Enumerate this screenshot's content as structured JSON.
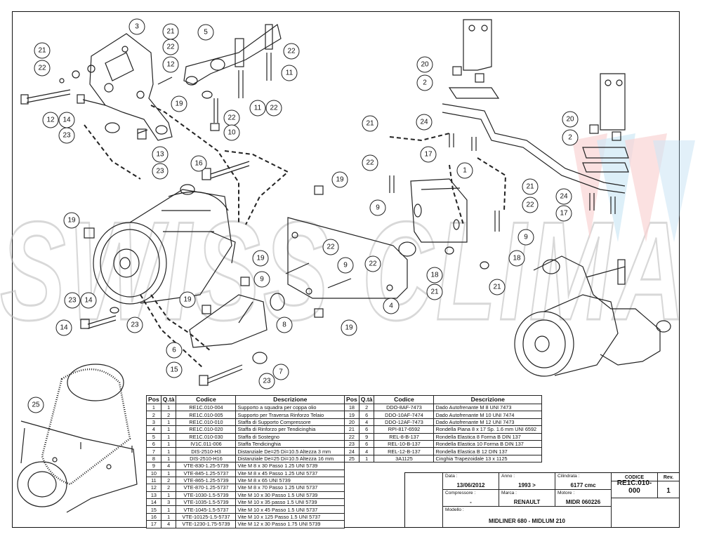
{
  "watermark": {
    "text": "SWISS CLIMA"
  },
  "callouts": [
    {
      "id": "c3",
      "n": "3"
    },
    {
      "id": "c21a",
      "n": "21"
    },
    {
      "id": "c5",
      "n": "5"
    },
    {
      "id": "c22a",
      "n": "22"
    },
    {
      "id": "c21b",
      "n": "21"
    },
    {
      "id": "c22b",
      "n": "22"
    },
    {
      "id": "c12a",
      "n": "12"
    },
    {
      "id": "c22c",
      "n": "22"
    },
    {
      "id": "c11a",
      "n": "11"
    },
    {
      "id": "c19a",
      "n": "19"
    },
    {
      "id": "c11b",
      "n": "11"
    },
    {
      "id": "c22d",
      "n": "22"
    },
    {
      "id": "c22e",
      "n": "22"
    },
    {
      "id": "c10",
      "n": "10"
    },
    {
      "id": "c12b",
      "n": "12"
    },
    {
      "id": "c14a",
      "n": "14"
    },
    {
      "id": "c23a",
      "n": "23"
    },
    {
      "id": "c13",
      "n": "13"
    },
    {
      "id": "c23b",
      "n": "23"
    },
    {
      "id": "c16",
      "n": "16"
    },
    {
      "id": "c20a",
      "n": "20"
    },
    {
      "id": "c2a",
      "n": "2"
    },
    {
      "id": "c21c",
      "n": "21"
    },
    {
      "id": "c24a",
      "n": "24"
    },
    {
      "id": "c17a",
      "n": "17"
    },
    {
      "id": "c20b",
      "n": "20"
    },
    {
      "id": "c2b",
      "n": "2"
    },
    {
      "id": "c22f",
      "n": "22"
    },
    {
      "id": "c1",
      "n": "1"
    },
    {
      "id": "c19b",
      "n": "19"
    },
    {
      "id": "c21d",
      "n": "21"
    },
    {
      "id": "c22g",
      "n": "22"
    },
    {
      "id": "c24b",
      "n": "24"
    },
    {
      "id": "c17b",
      "n": "17"
    },
    {
      "id": "c9a",
      "n": "9"
    },
    {
      "id": "c9b",
      "n": "9"
    },
    {
      "id": "c19c",
      "n": "19"
    },
    {
      "id": "c22h",
      "n": "22"
    },
    {
      "id": "c19d",
      "n": "19"
    },
    {
      "id": "c9c",
      "n": "9"
    },
    {
      "id": "c9d",
      "n": "9"
    },
    {
      "id": "c22i",
      "n": "22"
    },
    {
      "id": "c18a",
      "n": "18"
    },
    {
      "id": "c18b",
      "n": "18"
    },
    {
      "id": "c21e",
      "n": "21"
    },
    {
      "id": "c21f",
      "n": "21"
    },
    {
      "id": "c23c",
      "n": "23"
    },
    {
      "id": "c14b",
      "n": "14"
    },
    {
      "id": "c19e",
      "n": "19"
    },
    {
      "id": "c8",
      "n": "8"
    },
    {
      "id": "c4",
      "n": "4"
    },
    {
      "id": "c19f",
      "n": "19"
    },
    {
      "id": "c14c",
      "n": "14"
    },
    {
      "id": "c23d",
      "n": "23"
    },
    {
      "id": "c6",
      "n": "6"
    },
    {
      "id": "c7",
      "n": "7"
    },
    {
      "id": "c15",
      "n": "15"
    },
    {
      "id": "c23e",
      "n": "23"
    },
    {
      "id": "c25",
      "n": "25"
    }
  ],
  "parts_table": {
    "headers": [
      "Pos",
      "Q.tà",
      "Codice",
      "Descrizione"
    ],
    "left": [
      [
        "1",
        "1",
        "RE1C.010-004",
        "Supporto a squadra per coppa olio"
      ],
      [
        "2",
        "2",
        "RE1C.010-005",
        "Supporto per Traversa Rinforzo Telaio"
      ],
      [
        "3",
        "1",
        "RE1C.010-010",
        "Staffa di Supporto Compressore"
      ],
      [
        "4",
        "1",
        "RE1C.010-020",
        "Staffa di Rinforzo per Tendicinghia"
      ],
      [
        "5",
        "1",
        "RE1C.010-030",
        "Staffa di Sostegno"
      ],
      [
        "6",
        "1",
        "IV1C.011-006",
        "Staffa Tendicinghia"
      ],
      [
        "7",
        "1",
        "DIS-2510-H3",
        "Distanziale De=25 Di=10.5 Altezza 3 mm"
      ],
      [
        "8",
        "1",
        "DIS-2510-H16",
        "Distanziale De=25 Di=10.5 Altezza 16 mm"
      ],
      [
        "9",
        "4",
        "VTE-830-1.25-5739",
        "Vite M 8 x 30 Passo 1.25 UNI 5739"
      ],
      [
        "10",
        "1",
        "VTE-845-1.25-5737",
        "Vite M 8 x 45 Passo 1.25 UNI 5737"
      ],
      [
        "11",
        "2",
        "VTE-865-1.25-5739",
        "Vite M 8 x 65 UNI 5739"
      ],
      [
        "12",
        "2",
        "VTE-870-1.25-5737",
        "Vite M 8 x 70 Passo 1.25 UNI 5737"
      ],
      [
        "13",
        "1",
        "VTE-1030-1.5-5739",
        "Vite M 10 x 30 Passo 1.5 UNI 5739"
      ],
      [
        "14",
        "3",
        "VTE-1035-1.5-5739",
        "Vite M 10 x 35 passo 1.5 UNI 5739"
      ],
      [
        "15",
        "1",
        "VTE-1045-1.5-5737",
        "Vite M 10 x 45 Passo 1.5 UNI 5737"
      ],
      [
        "16",
        "1",
        "VTE-10125-1.5-5737",
        "Vite M 10 x 125 Passo 1.5 UNI 5737"
      ],
      [
        "17",
        "4",
        "VTE-1230-1.75-5739",
        "Vite M 12 x 30 Passo 1.75 UNI 5739"
      ]
    ],
    "right": [
      [
        "18",
        "2",
        "DDO-8AF-7473",
        "Dado Autofrenante M 8 UNI 7473"
      ],
      [
        "19",
        "6",
        "DDO-10AF-7474",
        "Dado Autofrenante M 10 UNI 7474"
      ],
      [
        "20",
        "4",
        "DDO-12AF-7473",
        "Dado Autofrenante M 12 UNI 7473"
      ],
      [
        "21",
        "6",
        "RPI-817-6592",
        "Rondella Piana 8 x 17 Sp. 1.6 mm UNI 6592"
      ],
      [
        "22",
        "9",
        "REL-8-B-137",
        "Rondella Elastica 8 Forma B DIN 137"
      ],
      [
        "23",
        "6",
        "REL-10-B-137",
        "Rondella Elastica 10 Forma B DIN 137"
      ],
      [
        "24",
        "4",
        "REL-12-B-137",
        "Rondella Elastica B 12 DIN 137"
      ],
      [
        "25",
        "1",
        "3A1125",
        "Cinghia Trapezoidale 13 x 1125"
      ]
    ]
  },
  "title_block": {
    "data_label": "Data :",
    "data": "13/06/2012",
    "anno_label": "Anno :",
    "anno": "1993 >",
    "cilindrata_label": "Cilindrata :",
    "cilindrata": "6177 cmc",
    "codice_label": "CODICE",
    "codice": "RE1C.010-000",
    "rev_label": "Rev.",
    "rev": "1",
    "compressore_label": "Compressore :",
    "compressore": "-",
    "marca_label": "Marca :",
    "marca": "RENAULT",
    "motore_label": "Motore :",
    "motore": "MIDR 060226",
    "modello_label": "Modello :",
    "modello": "MIDLINER 680  -  MIDLUM 210"
  }
}
